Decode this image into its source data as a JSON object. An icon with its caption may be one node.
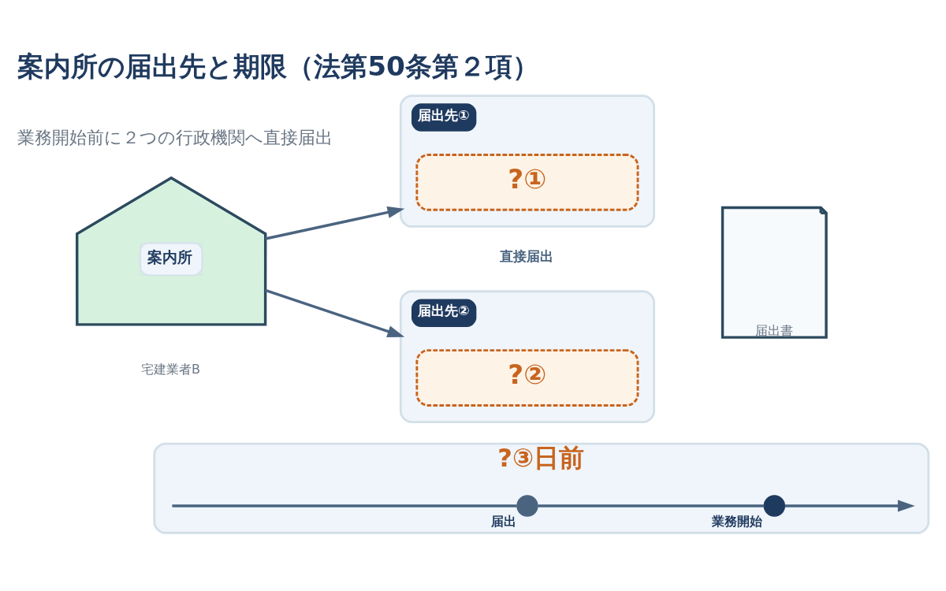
{
  "diagram": {
    "title": "案内所の届出先と期限（法第50条第２項）",
    "nodes": [
      {
        "text": [
          "案内所"
        ],
        "beside": [
          "宅建業者B"
        ]
      },
      {
        "text": [
          "届出先①"
        ]
      },
      {
        "text": [
          "?①"
        ],
        "in": 1
      },
      {
        "text": [
          "届出先②"
        ]
      },
      {
        "text": [
          "?②"
        ],
        "in": 3
      },
      {
        "text": [
          "届出書"
        ]
      },
      {
        "text": [
          "?③日前"
        ]
      },
      {
        "text": [
          "届出"
        ],
        "in": 6
      },
      {
        "text": [
          "業務開始"
        ],
        "in": 6
      }
    ],
    "edges": [
      {
        "from": 0,
        "to": 1,
        "arrow": "to"
      },
      {
        "from": 0,
        "to": 3,
        "arrow": "to"
      },
      {
        "from": null,
        "to": 7,
        "arrow": "none"
      },
      {
        "from": 7,
        "to": 8,
        "arrow": "none"
      },
      {
        "from": 8,
        "to": null,
        "arrow": "to"
      }
    ],
    "labels": [
      "業務開始前に２つの行政機関へ直接届出",
      "直接届出"
    ]
  }
}
